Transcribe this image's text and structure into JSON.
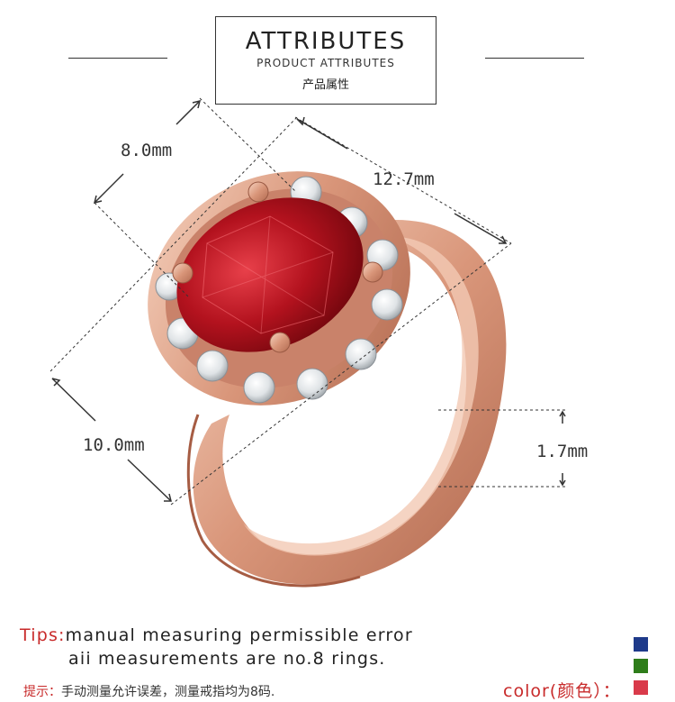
{
  "header": {
    "title": "ATTRIBUTES",
    "subtitle": "PRODUCT  ATTRIBUTES",
    "subtitle_cn": "产品属性"
  },
  "dimensions": {
    "stone_width": "8.0mm",
    "stone_length": "12.7mm",
    "head_width": "10.0mm",
    "band_width": "1.7mm"
  },
  "tips": {
    "label": "Tips:",
    "line1": "manual measuring permissible error",
    "line2": "aii measurements are no.8 rings.",
    "cn_label": "提示：",
    "cn_text": "手动测量允许误差，测量戒指均为8码."
  },
  "color": {
    "label": "color(颜色）：",
    "swatches": [
      "#1e3a8a",
      "#2e7d1a",
      "#d93a4a"
    ]
  }
}
